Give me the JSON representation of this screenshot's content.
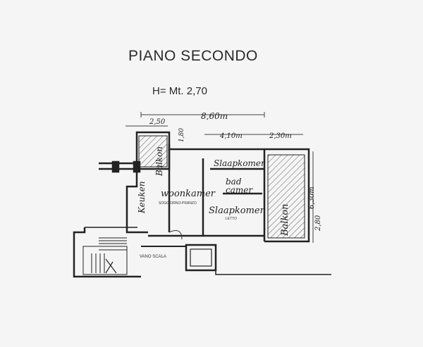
{
  "plan": {
    "title": "PIANO SECONDO",
    "height": "H= Mt. 2,70"
  },
  "dimensions": {
    "total_width": "8,60m",
    "left": "2,50",
    "balcony_small": "1,80",
    "middle": "4,10m",
    "right": "2,30m",
    "depth": "6,30m",
    "depth_lower": "2,80"
  },
  "rooms": {
    "balkon_left": "Balkon",
    "keuken": "Keuken",
    "woonkamer": "woonkamer",
    "soggiorno": "SOGGIORNO-PRANZO",
    "slaapkamer_top": "Slaapkomer",
    "bad": "bad",
    "camer": "camer",
    "slaapkamer_bottom": "Slaapkomer",
    "letto": "LETTO",
    "balkon_right": "Balkon",
    "vano_scala": "VANO SCALA"
  }
}
